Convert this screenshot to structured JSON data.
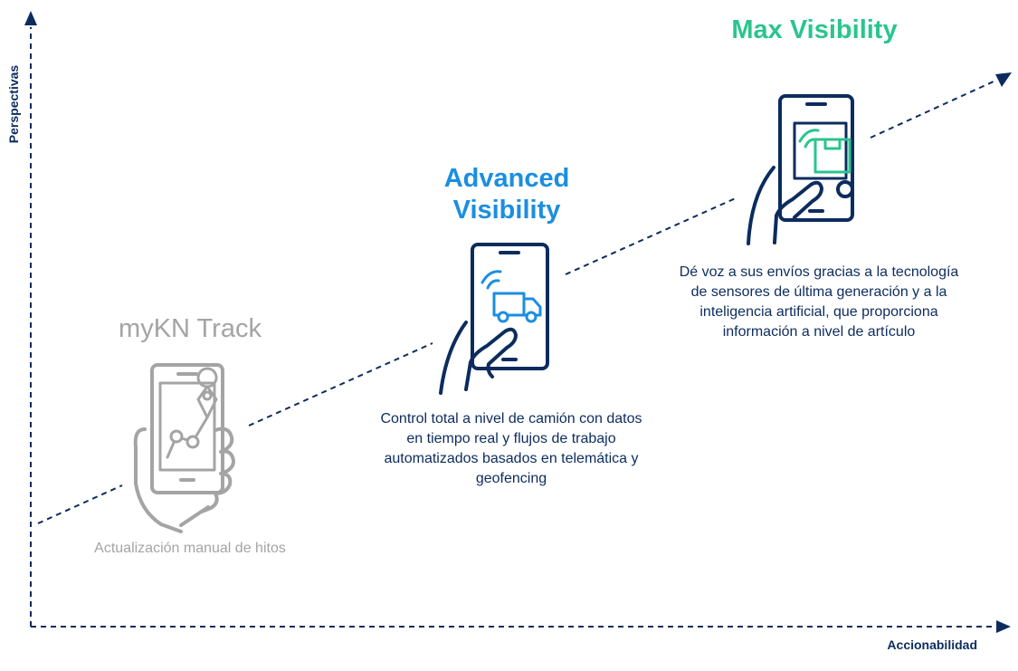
{
  "axes": {
    "y_label": "Perspectivas",
    "x_label": "Accionabilidad"
  },
  "stages": [
    {
      "title": "myKN Track",
      "description": "Actualización manual de hitos",
      "icon": "phone-map-pin-icon",
      "color": "#a4a4a4"
    },
    {
      "title": "Advanced Visibility",
      "description": "Control total a nivel de camión con datos en tiempo real y flujos de trabajo automatizados basados en telemática y geofencing",
      "icon": "phone-truck-icon",
      "color": "#1b8ee0"
    },
    {
      "title": "Max Visibility",
      "description": "Dé voz a sus envíos gracias a la tecnología de sensores de última generación y a la inteligencia artificial, que proporciona información a nivel de artículo",
      "icon": "phone-box-sensor-icon",
      "color": "#2ac58e"
    }
  ],
  "colors": {
    "navy": "#0c2c5e",
    "gray": "#a4a4a4",
    "blue": "#1b8ee0",
    "green": "#2ac58e"
  }
}
